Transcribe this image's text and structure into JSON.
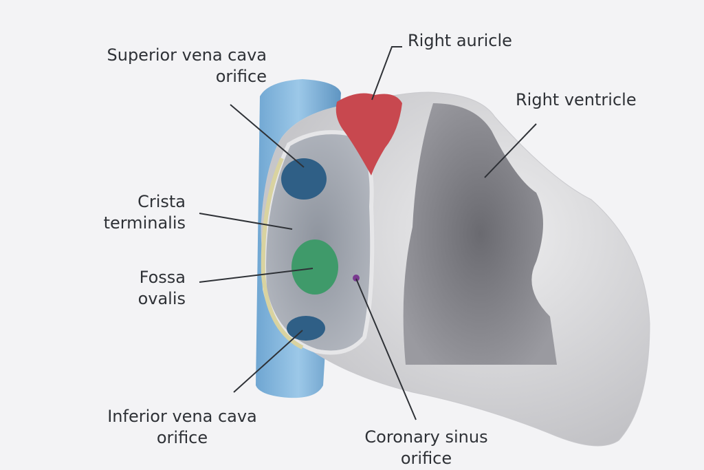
{
  "labels": {
    "svc": [
      "Superior vena cava",
      "orifice"
    ],
    "right_auricle": "Right auricle",
    "right_ventricle": "Right ventricle",
    "crista": [
      "Crista",
      "terminalis"
    ],
    "fossa": [
      "Fossa",
      "ovalis"
    ],
    "ivc": [
      "Inferior vena cava",
      "orifice"
    ],
    "coronary": [
      "Coronary sinus",
      "orifice"
    ]
  },
  "colors": {
    "vena_cava": "#7fb4dc",
    "right_auricle": "#c8484f",
    "fossa_ovalis": "#3f9a6a",
    "orifice_blue": "#2f5f86",
    "coronary_sinus": "#7a3a90",
    "crista": "#d9d3a0"
  }
}
